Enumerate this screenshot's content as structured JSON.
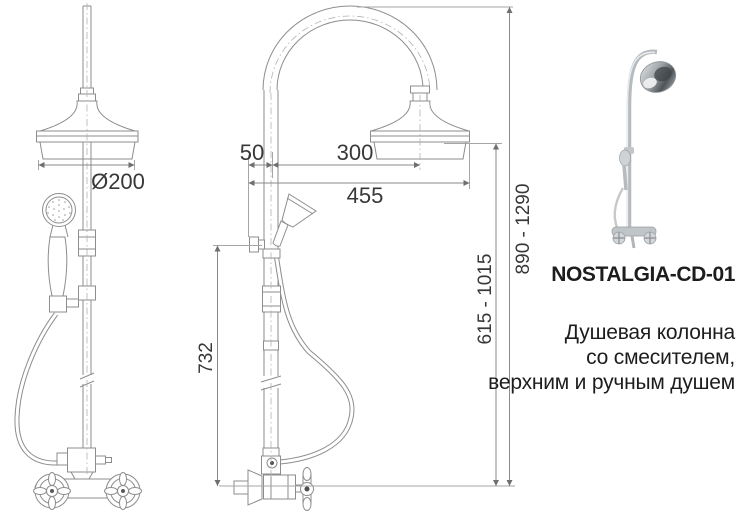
{
  "product": {
    "model": "NOSTALGIA-CD-01",
    "description_lines": [
      "Душевая колонна",
      "со смесителем,",
      "верхним и ручным душем"
    ]
  },
  "dimensions": {
    "head_diameter": "Ø200",
    "hand_shower_offset": "50",
    "head_reach": "300",
    "total_reach": "455",
    "column_height": "732",
    "hand_shower_height_range": "615 - 1015",
    "total_height_range": "890 - 1290"
  },
  "colors": {
    "background": "#ffffff",
    "drawing_line": "#8d8d8d",
    "dimension_line": "#8a8a8a",
    "text": "#383838",
    "caption_text": "#1d1d1d"
  }
}
